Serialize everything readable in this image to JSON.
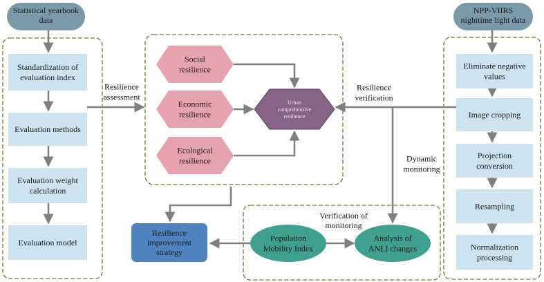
{
  "sources": {
    "left": [
      "Statistical yearbook",
      "data"
    ],
    "right": [
      "NPP-VIIRS",
      "nighttime light data"
    ]
  },
  "left_steps": [
    [
      "Standardization of",
      "evaluation index"
    ],
    [
      "Evaluation methods"
    ],
    [
      "Evaluation weight",
      "calculation"
    ],
    [
      "Evaluation model"
    ]
  ],
  "right_steps": [
    [
      "Eliminate negative",
      "values"
    ],
    [
      "Image cropping"
    ],
    [
      "Projection",
      "conversion"
    ],
    [
      "Resampling"
    ],
    [
      "Normalization",
      "processing"
    ]
  ],
  "resilience": {
    "social": [
      "Social",
      "resilience"
    ],
    "economic": [
      "Economic",
      "resilience"
    ],
    "ecological": [
      "Ecological",
      "resilience"
    ],
    "urban": [
      "Urban",
      "comprehensive",
      "resilience"
    ]
  },
  "labels": {
    "assessment": [
      "Resilience",
      "assessment"
    ],
    "verification": [
      "Resilience",
      "verification"
    ],
    "dynamic": [
      "Dynamic",
      "monitoring"
    ],
    "verif_monitoring": [
      "Verification of",
      "monitoring"
    ]
  },
  "bottom": {
    "improvement": [
      "Resilience",
      "improvement",
      "strategy"
    ],
    "pmi": [
      "Population",
      "Mobility Index"
    ],
    "anli": [
      "Analysis of",
      "ANLI changes"
    ]
  },
  "colors": {
    "source_fill": "#7a9aa9",
    "step_fill": "#cde3f0",
    "hex_fill": "#e7a3ad",
    "hex_urban": "#876386",
    "ellipse_fill": "#40a090",
    "blue_fill": "#4f83c0",
    "arrow": "#7f7f7f",
    "dash": "#6f7a2e"
  }
}
